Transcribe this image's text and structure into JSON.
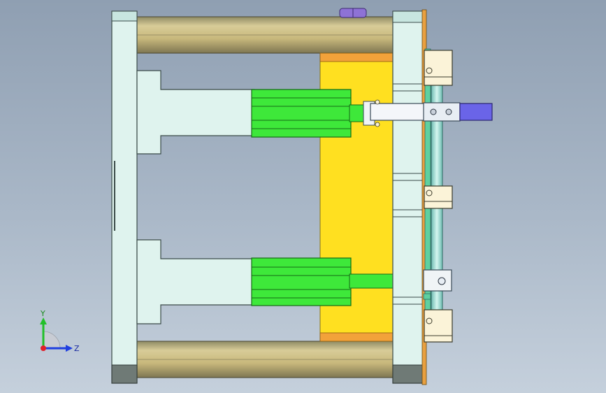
{
  "app": {
    "view": "cad-3d-viewport"
  },
  "triad": {
    "y_label": "Y",
    "z_label": "Z",
    "x_color": "#e0202a",
    "y_color": "#22c02a",
    "z_color": "#2040e0"
  },
  "colors": {
    "plate_fill": "#dff3ee",
    "plate_stroke": "#3a4a48",
    "rod_fill": "#cdbf86",
    "core_yellow": "#ffe020",
    "ejector_green": "#3ee83a",
    "slider_block": "#6a64e8",
    "clamp_fill": "#fbf3d8",
    "guide_teal": "#a8e8e0",
    "bolt_purple": "#8e72d6",
    "foot_gray": "#6f7a76"
  },
  "icons": {
    "triad": "coordinate-triad-icon",
    "bolt": "bolt-head-icon",
    "screw": "screw-head-icon"
  }
}
